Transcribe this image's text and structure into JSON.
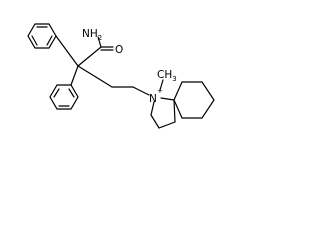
{
  "molecule": {
    "atom_labels": {
      "amide_nitrogen": "NH",
      "amide_nitrogen_subscript": "2",
      "carbonyl_oxygen": "O",
      "ammonium_nitrogen": "N",
      "ammonium_charge": "+",
      "methyl": "CH",
      "methyl_subscript": "3"
    },
    "colors": {
      "bond": "#000000",
      "label": "#000000",
      "background": "#ffffff"
    }
  }
}
